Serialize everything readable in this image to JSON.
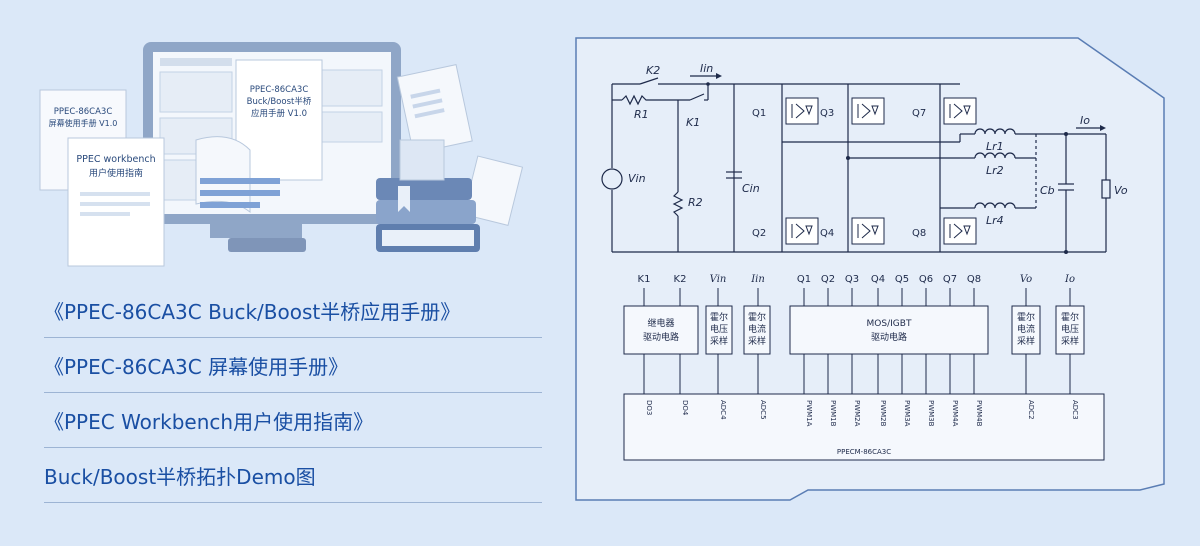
{
  "colors": {
    "background": "#dbe8f8",
    "accent": "#1a4fa3",
    "panel": "#e6eef9",
    "line": "#1e2a4a"
  },
  "docs": {
    "monitor_title": [
      "PPEC-86CA3C",
      "Buck/Boost半桥",
      "应用手册 V1.0"
    ],
    "screen_manual": [
      "PPEC-86CA3C",
      "屏幕使用手册 V1.0"
    ],
    "workbench_guide": [
      "PPEC workbench",
      "用户使用指南"
    ]
  },
  "menu": [
    {
      "label": "《PPEC-86CA3C Buck/Boost半桥应用手册》"
    },
    {
      "label": "《PPEC-86CA3C 屏幕使用手册》"
    },
    {
      "label": "《PPEC Workbench用户使用指南》"
    },
    {
      "label": "Buck/Boost半桥拓扑Demo图"
    }
  ],
  "diagram": {
    "switch_labels": [
      "K2",
      "K1"
    ],
    "resistor_labels": [
      "R1",
      "R2"
    ],
    "source_label": "Vin",
    "cap_in": "Cin",
    "cap_out": "Cb",
    "load_label": "Vo",
    "current_in": "Iin",
    "current_out": "Io",
    "inductors": [
      "Lr1",
      "Lr2",
      "Lr4"
    ],
    "top_switches": [
      "Q1",
      "Q3",
      "Q7"
    ],
    "bottom_switches": [
      "Q2",
      "Q4",
      "Q8"
    ],
    "signal_labels": [
      "K1",
      "K2",
      "Vin",
      "Iin",
      "Q1",
      "Q2",
      "Q3",
      "Q4",
      "Q5",
      "Q6",
      "Q7",
      "Q8",
      "Vo",
      "Io"
    ],
    "blocks": {
      "relay": [
        "继电器",
        "驱动电路"
      ],
      "hall_v_in": [
        "霍尔",
        "电压",
        "采样"
      ],
      "hall_i_in": [
        "霍尔",
        "电流",
        "采样"
      ],
      "mos": [
        "MOS/IGBT",
        "驱动电路"
      ],
      "hall_i_out": [
        "霍尔",
        "电流",
        "采样"
      ],
      "hall_v_out": [
        "霍尔",
        "电压",
        "采样"
      ]
    },
    "pins": [
      "DO3",
      "DO4",
      "ADC4",
      "ADC5",
      "PWM1A",
      "PWM1B",
      "PWM2A",
      "PWM2B",
      "PWM3A",
      "PWM3B",
      "PWM4A",
      "PWM4B",
      "ADC2",
      "ADC3"
    ],
    "controller": "PPECM-86CA3C"
  }
}
